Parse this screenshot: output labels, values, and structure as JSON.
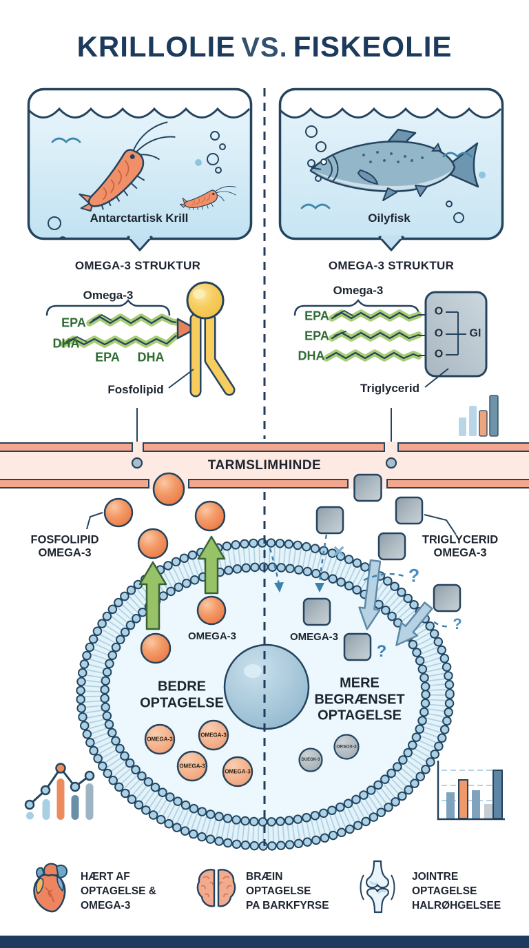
{
  "title": {
    "left": "KRILLOLIE",
    "middle": "VS.",
    "right": "FISKEOLIE"
  },
  "panels": {
    "krill_label": "Antarctartisk Krill",
    "fish_label": "Oilyfisk"
  },
  "structure_left": {
    "heading": "OMEGA-3 STRUKTUR",
    "brace_label": "Omega-3",
    "chain1_label": "EPA",
    "chain2_label": "DHA",
    "sub_label1": "EPA",
    "sub_label2": "DHA",
    "molecule_label": "Fosfolipid"
  },
  "structure_right": {
    "heading": "OMEGA-3 STRUKTUR",
    "brace_label": "Omega-3",
    "chain1_label": "EPA",
    "chain2_label": "EPA",
    "chain3_label": "DHA",
    "o1": "O",
    "o2": "O",
    "o3": "O",
    "backbone_label": "Gl",
    "molecule_label": "Triglycerid"
  },
  "barrier": {
    "label": "TARMSLIMHINDE"
  },
  "left_path": {
    "particle_label": "FOSFOLIPID\nOMEGA-3",
    "cell_entry_label": "OMEGA-3",
    "result_label": "BEDRE\nOPTAGELSE",
    "vesicle_labels": [
      "OMEGA-3",
      "OMEGA-3",
      "OMEGA-3",
      "OMEGA-3"
    ]
  },
  "right_path": {
    "particle_label": "TRIGLYCERID\nOMEGA-3",
    "cell_entry_label": "OMEGA-3",
    "result_label": "MERE\nBEGRÆNSET\nOPTAGELSE",
    "vesicle_labels": [
      "DUEOK-3",
      "ORSOX-3"
    ],
    "blocked_mark": "×",
    "question_mark": "?"
  },
  "footer": {
    "items": [
      {
        "icon": "heart-icon",
        "text": "HÆRT AF\nOPTAGELSE &\nOMEGA-3"
      },
      {
        "icon": "brain-icon",
        "text": "BRÆIN\nOPTAGELSE\nPA BARKFYRSE"
      },
      {
        "icon": "joint-icon",
        "text": "JOINTRE\nOPTAGELSE\nHALRØHGELSEE"
      }
    ]
  },
  "colors": {
    "navy_outline": "#24435e",
    "title_navy": "#1b3a5c",
    "salmon_band": "#f3a78e",
    "orange_particle": "#ed7a45",
    "gray_particle": "#a9b7c1",
    "green_chain": "#a9cd74",
    "green_arrow": "#97c268",
    "yellow_lipid": "#f7cd5f",
    "light_blue": "#a9d0e4",
    "question_blue": "#4a8fc0"
  }
}
